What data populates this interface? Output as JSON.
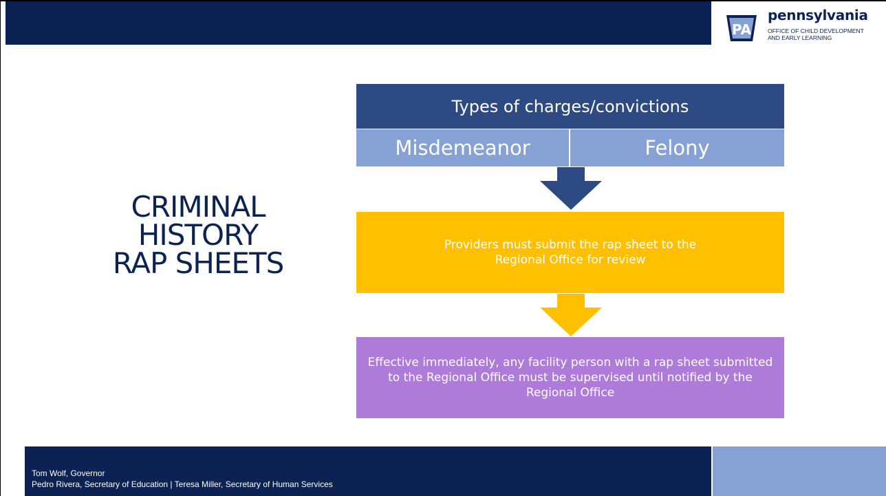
{
  "logo": {
    "badge": "PA",
    "name": "pennsylvania",
    "subtitle": "OFFICE OF CHILD DEVELOPMENT\nAND EARLY LEARNING"
  },
  "title": {
    "lines": [
      "CRIMINAL",
      "HISTORY",
      "RAP SHEETS"
    ]
  },
  "diagram": {
    "header": "Types of charges/convictions",
    "categories": [
      "Misdemeanor",
      "Felony"
    ],
    "step1": "Providers must submit the rap sheet to the\nRegional Office for review",
    "step2": "Effective immediately, any facility person with a rap sheet submitted to the Regional Office must be supervised until notified by the Regional Office"
  },
  "footer": {
    "line1": "Tom Wolf, Governor",
    "line2": "Pedro Rivera, Secretary of Education | Teresa Miller, Secretary of Human Services"
  },
  "colors": {
    "navy": "#0b2253",
    "header_blue": "#2d4a83",
    "light_blue": "#86a1d3",
    "yellow": "#ffc000",
    "purple": "#ae7bd9"
  }
}
